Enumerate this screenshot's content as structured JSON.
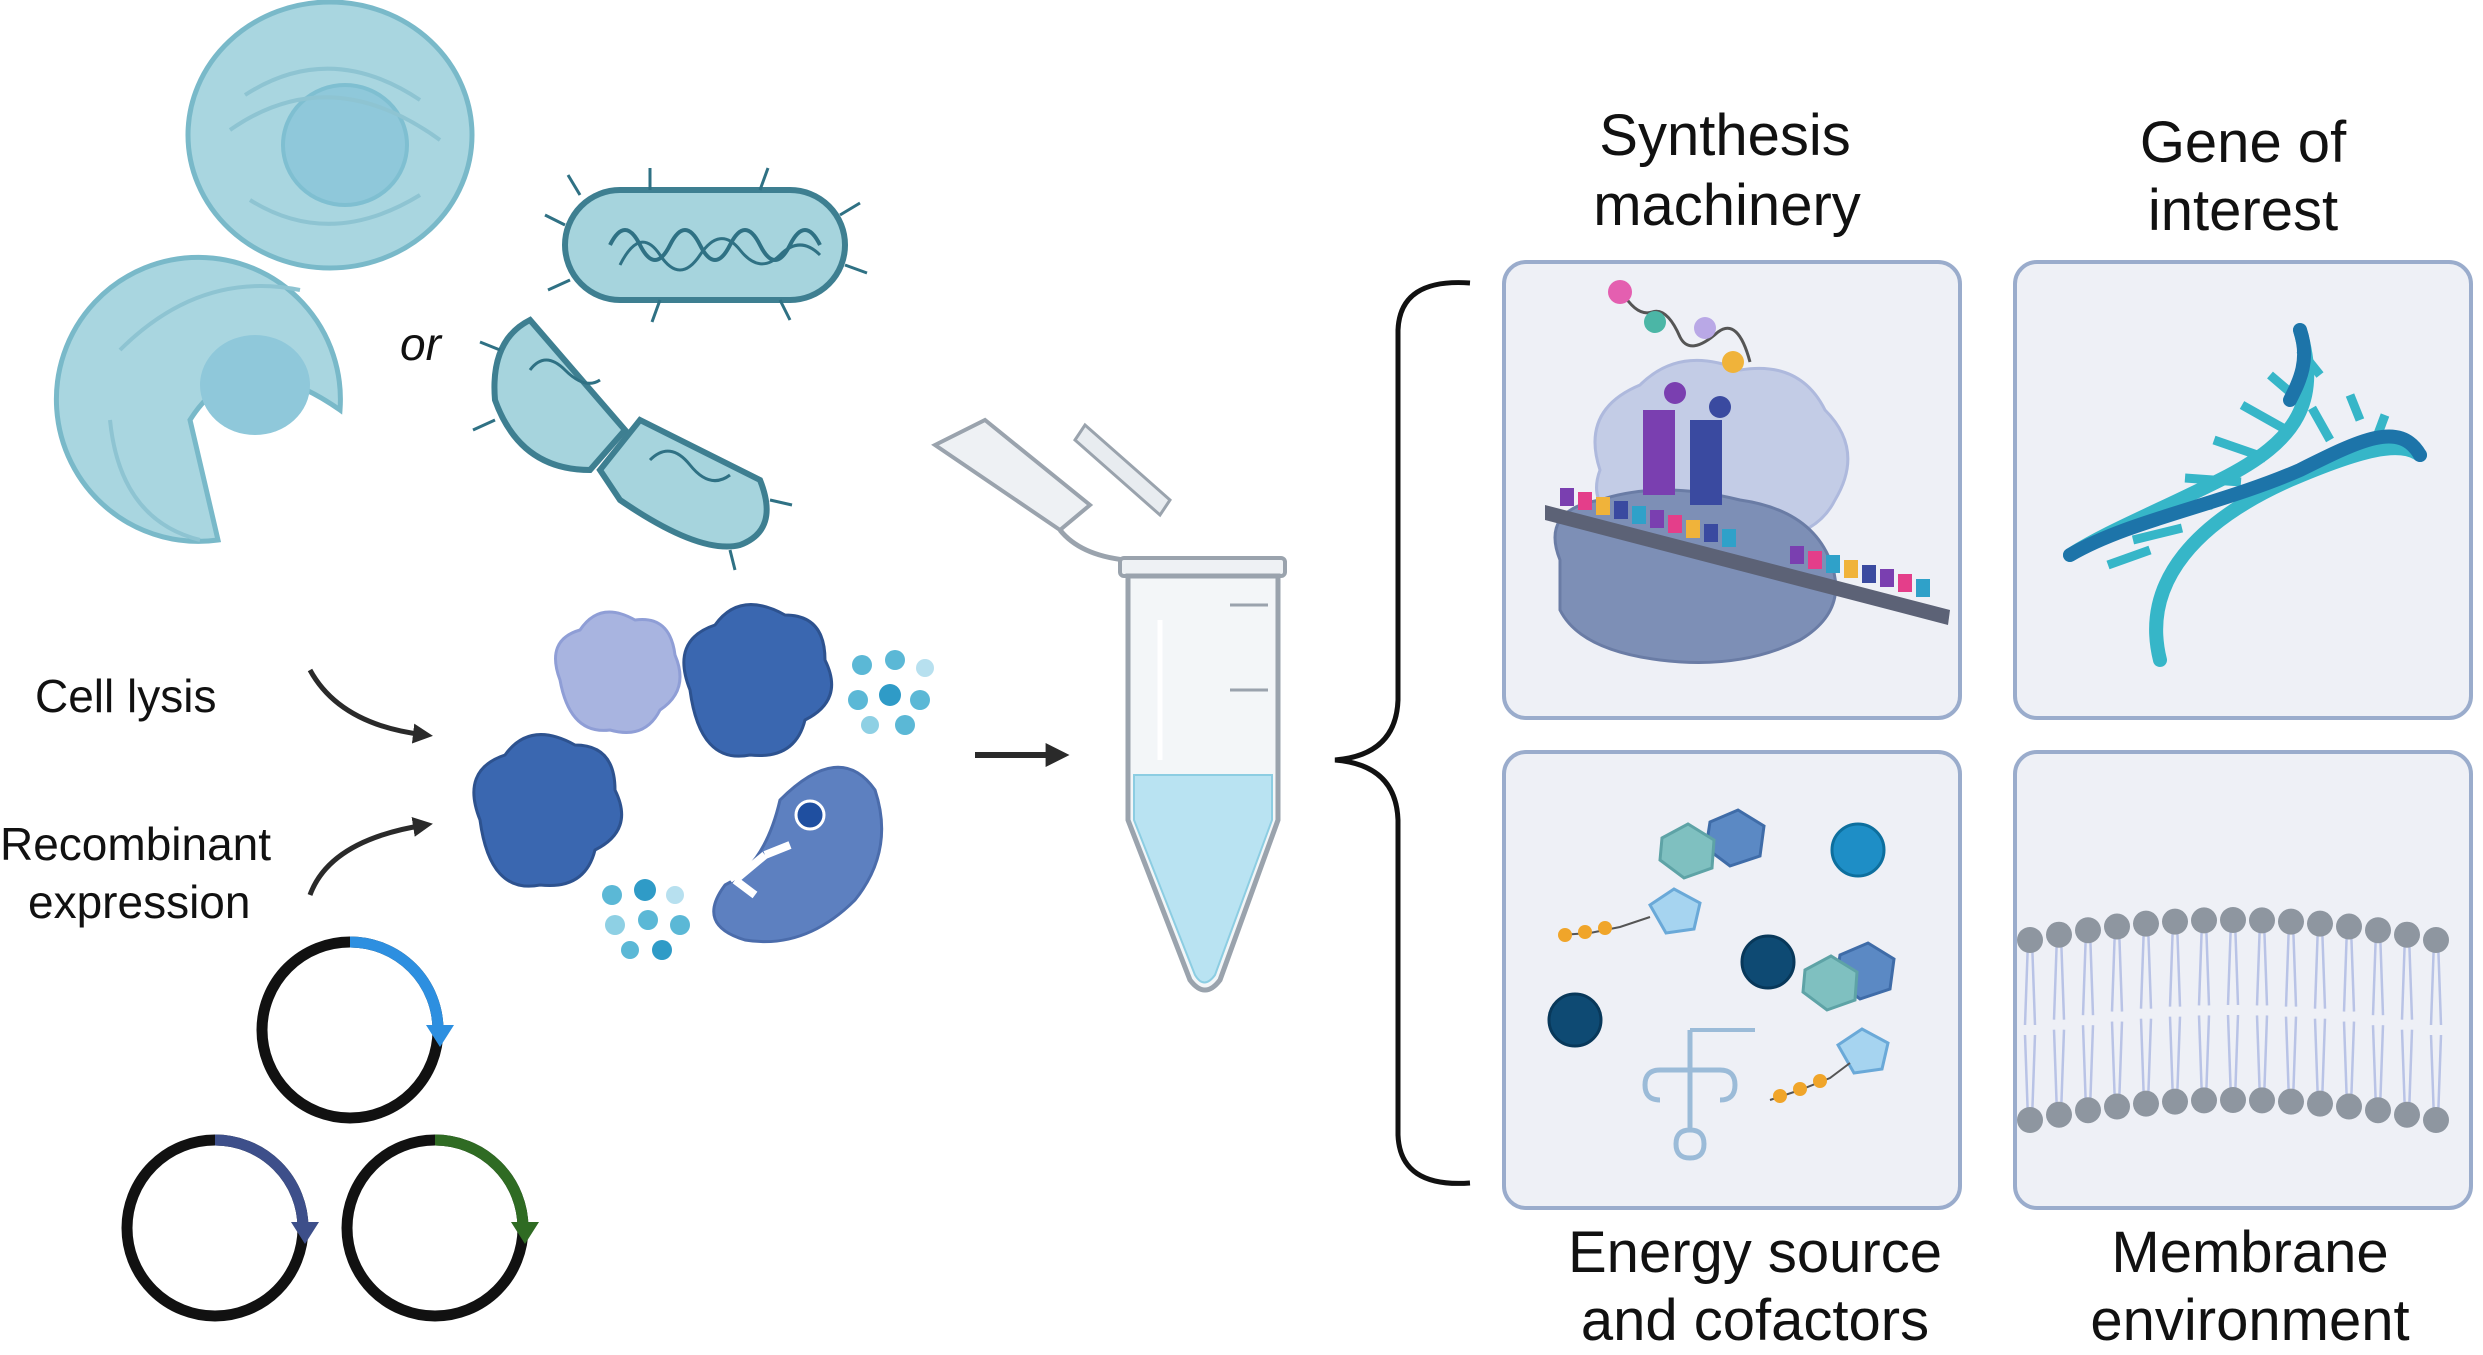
{
  "labels": {
    "or": "or",
    "cell_lysis": "Cell lysis",
    "recombinant_line1": "Recombinant",
    "recombinant_line2": "expression",
    "synthesis_line1": "Synthesis",
    "synthesis_line2": "machinery",
    "gene_line1": "Gene of",
    "gene_line2": "interest",
    "energy_line1": "Energy source",
    "energy_line2": "and cofactors",
    "membrane_line1": "Membrane",
    "membrane_line2": "environment"
  },
  "colors": {
    "cell_fill": "#a9d6e0",
    "cell_stroke": "#79b9c9",
    "nucleus": "#8fc8da",
    "bacteria_fill": "#a6d4dd",
    "bacteria_stroke": "#3e7f91",
    "protein_dark": "#3a67b0",
    "protein_light": "#a8b4e0",
    "panel_fill": "#eef0f6",
    "panel_stroke": "#9aaccc",
    "dna_dark": "#1d74a9",
    "dna_light": "#36b6c8",
    "lipid_head": "#8e96a0",
    "lipid_tail": "#b9c3e6",
    "plasmid_blue": "#2d8fe0",
    "plasmid_navy": "#3d4f8a",
    "plasmid_green": "#2f6b23",
    "tube_liquid": "#b9e3f2",
    "trna_purple": "#7a3fb0",
    "trna_indigo": "#3a4aa0"
  }
}
